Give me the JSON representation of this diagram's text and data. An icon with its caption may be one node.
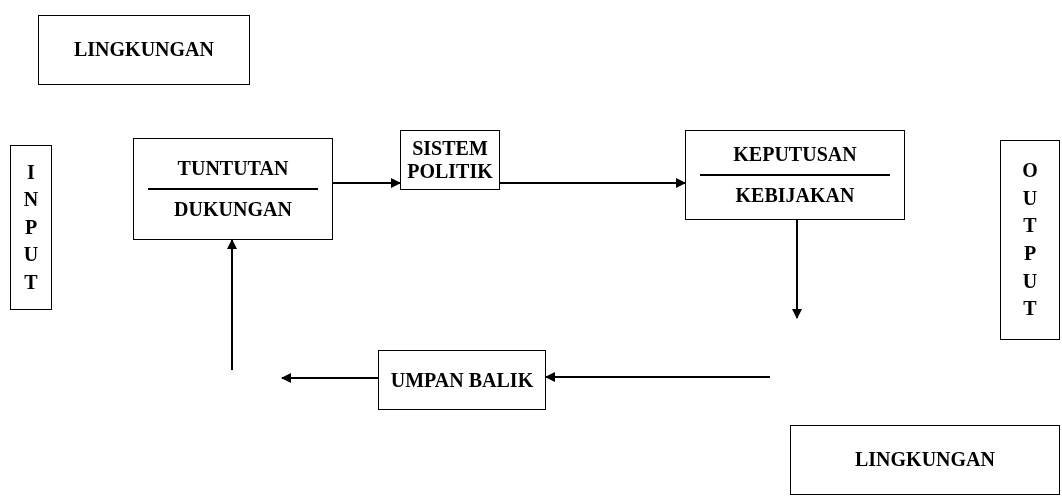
{
  "diagram": {
    "nodes": [
      {
        "text": [
          "LINGKUNGAN"
        ]
      },
      {
        "text": [
          "INPUT"
        ]
      },
      {
        "text": [
          "TUNTUTAN",
          "DUKUNGAN"
        ]
      },
      {
        "text": [
          "SISTEM POLITIK"
        ]
      },
      {
        "text": [
          "KEPUTUSAN",
          "KEBIJAKAN"
        ]
      },
      {
        "text": [
          "OUTPUT"
        ]
      },
      {
        "text": [
          "UMPAN BALIK"
        ]
      },
      {
        "text": [
          "LINGKUNGAN"
        ]
      }
    ],
    "edges": [
      {
        "from": 2,
        "to": 3,
        "arrow": "to"
      },
      {
        "from": 3,
        "to": 4,
        "arrow": "to"
      },
      {
        "from": 4,
        "to": null,
        "arrow": "to"
      },
      {
        "from": null,
        "to": 6,
        "arrow": "to"
      },
      {
        "from": 6,
        "to": null,
        "arrow": "to"
      },
      {
        "from": null,
        "to": 2,
        "arrow": "to"
      }
    ]
  }
}
